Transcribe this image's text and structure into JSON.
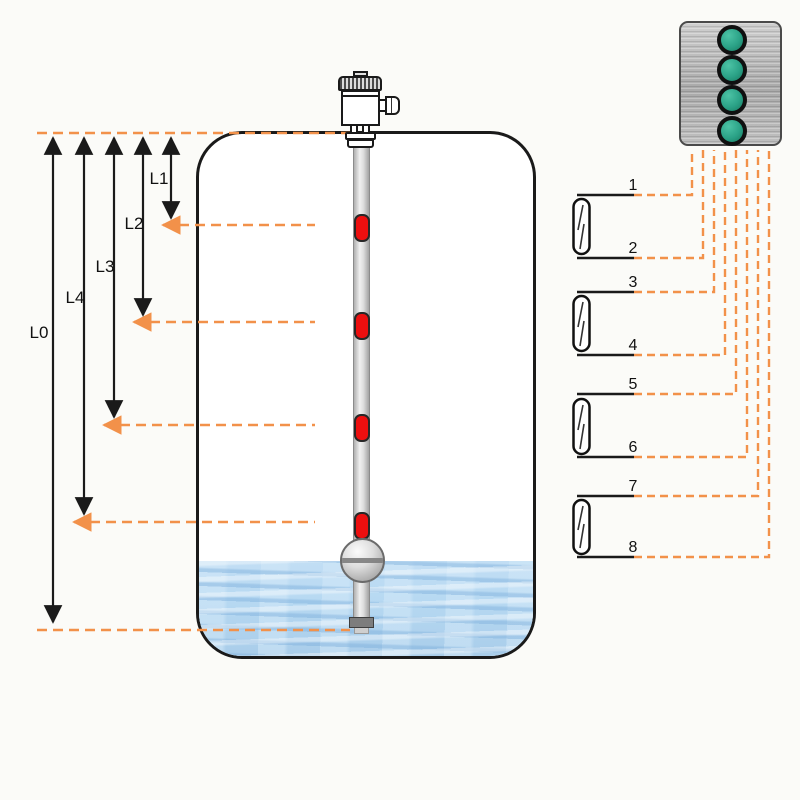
{
  "dimension_labels": {
    "L0": "L0",
    "L1": "L1",
    "L2": "L2",
    "L3": "L3",
    "L4": "L4"
  },
  "terminals": [
    "1",
    "2",
    "3",
    "4",
    "5",
    "6",
    "7",
    "8"
  ],
  "panel": {
    "led_count": 4,
    "led_state": "on"
  },
  "switches": {
    "count": 4,
    "type": "reed-switch-symbol"
  },
  "colors": {
    "dash_orange": "#F2914A",
    "line_black": "#1a1a1a",
    "led_green": "#2BA287",
    "water_blue": "#B7D9F2",
    "switch_red": "#EC0F0F"
  }
}
